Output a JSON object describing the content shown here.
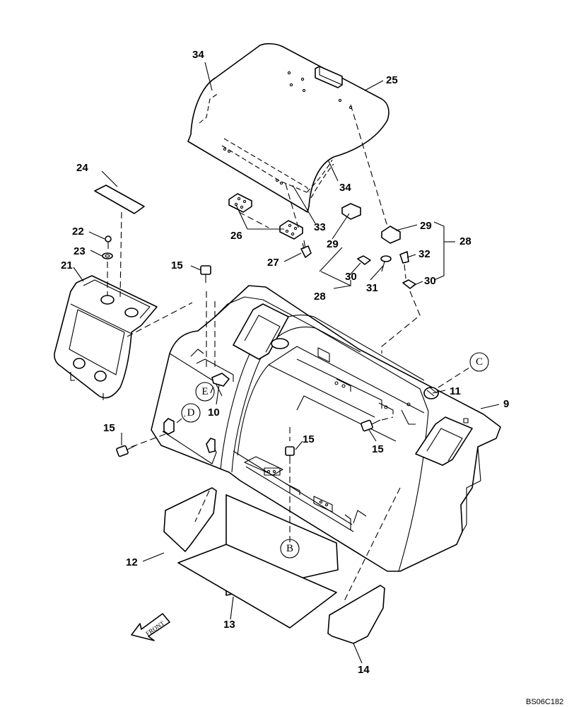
{
  "diagram": {
    "drawing_code": "BS06C182",
    "front_arrow_label": "FRONT",
    "callouts": {
      "c34a": "34",
      "c25": "25",
      "c24": "24",
      "c34b": "34",
      "c33": "33",
      "c26": "26",
      "c29a": "29",
      "c29b": "29",
      "c28a": "28",
      "c32": "32",
      "c22": "22",
      "c23": "23",
      "c21": "21",
      "c27": "27",
      "c30a": "30",
      "c31": "31",
      "c30b": "30",
      "c28b": "28",
      "c15a": "15",
      "c11": "11",
      "c9": "9",
      "c10": "10",
      "c15b": "15",
      "c15c": "15",
      "c15d": "15",
      "c12": "12",
      "c13": "13",
      "c14": "14"
    },
    "circled_refs": {
      "C": "C",
      "E": "E",
      "D": "D",
      "B": "B"
    }
  }
}
